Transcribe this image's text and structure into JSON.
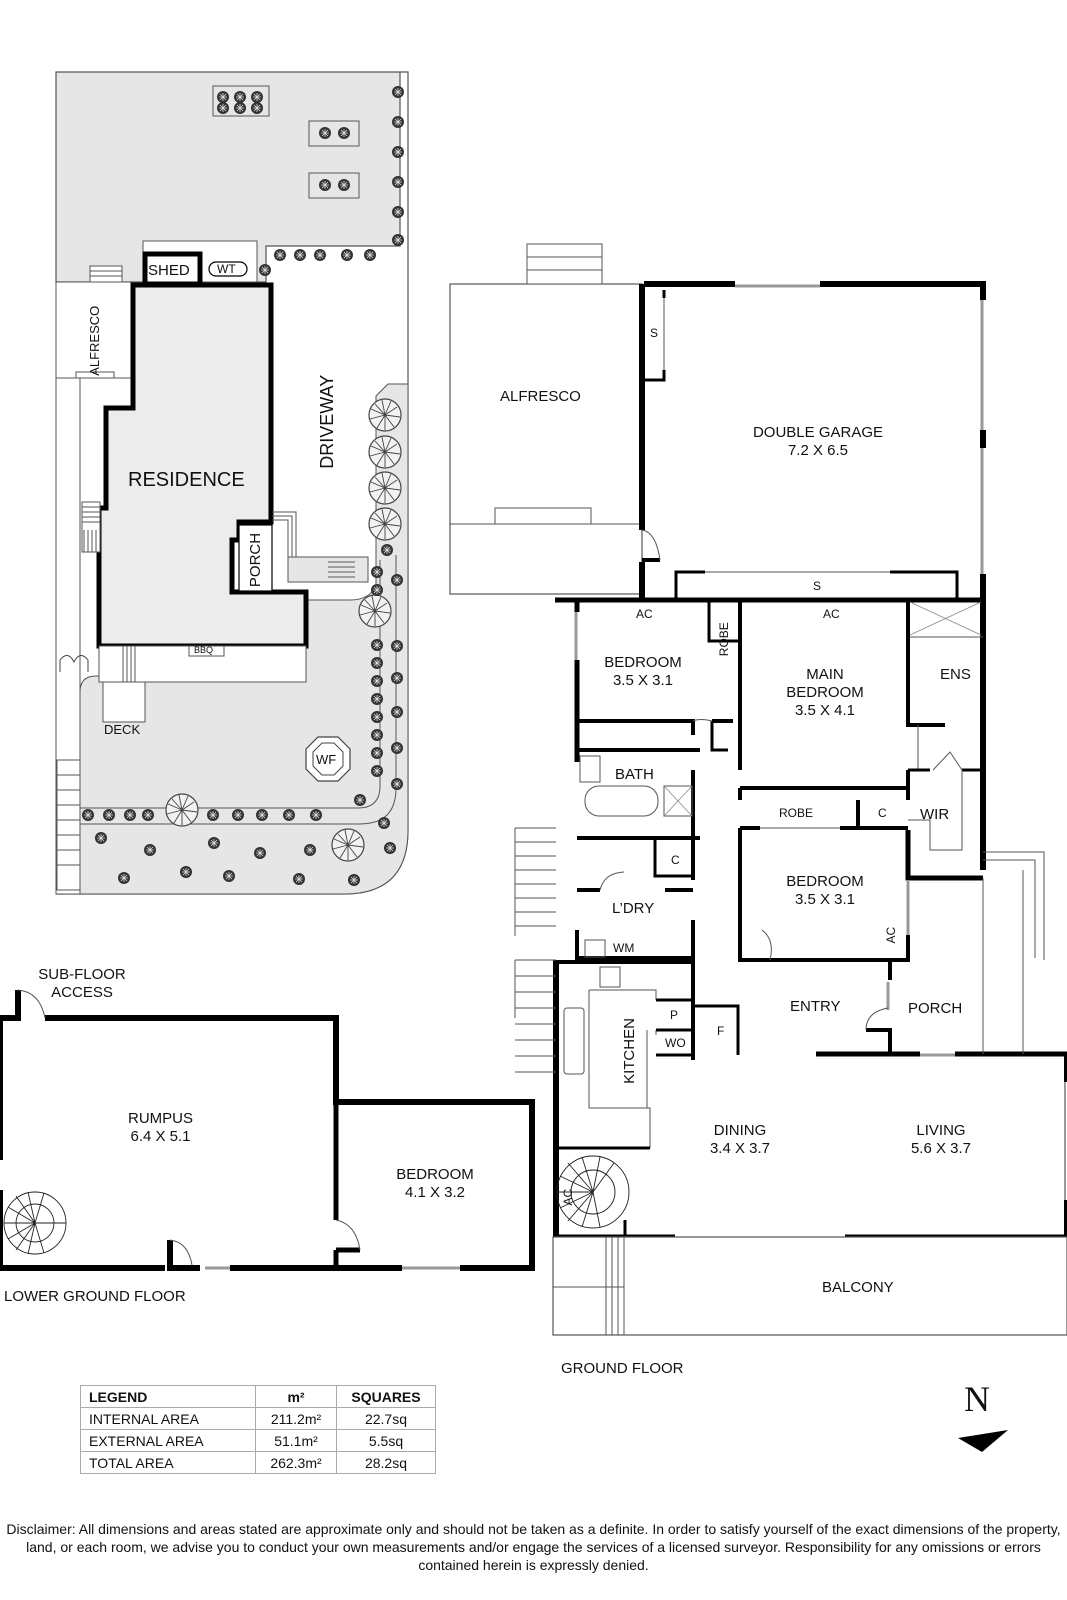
{
  "site_plan": {
    "labels": {
      "shed": "SHED",
      "water_tank": "WT",
      "alfresco": "ALFRESCO",
      "residence": "RESIDENCE",
      "driveway": "DRIVEWAY",
      "porch": "PORCH",
      "bbq": "BBQ",
      "deck": "DECK",
      "water_feature": "WF"
    }
  },
  "ground_floor": {
    "title": "GROUND FLOOR",
    "rooms": {
      "alfresco": {
        "name": "ALFRESCO"
      },
      "double_garage": {
        "name": "DOUBLE GARAGE",
        "dims": "7.2 X 6.5"
      },
      "garage_storage_1": {
        "name": "S"
      },
      "garage_storage_2": {
        "name": "S"
      },
      "bedroom_1": {
        "name": "BEDROOM",
        "dims": "3.5 X 3.1"
      },
      "robe_1": {
        "name": "ROBE"
      },
      "main_bedroom": {
        "name": "MAIN\nBEDROOM",
        "line1": "MAIN",
        "line2": "BEDROOM",
        "dims": "3.5 X 4.1"
      },
      "ensuite": {
        "name": "ENS"
      },
      "bath": {
        "name": "BATH"
      },
      "robe_2": {
        "name": "ROBE"
      },
      "cupboard_1": {
        "name": "C"
      },
      "cupboard_2": {
        "name": "C"
      },
      "wir": {
        "name": "WIR"
      },
      "bedroom_2": {
        "name": "BEDROOM",
        "dims": "3.5 X 3.1"
      },
      "laundry": {
        "name": "L’DRY"
      },
      "washing_machine": {
        "name": "WM"
      },
      "kitchen": {
        "name": "KITCHEN"
      },
      "pantry": {
        "name": "P"
      },
      "wall_oven": {
        "name": "WO"
      },
      "fridge": {
        "name": "F"
      },
      "entry": {
        "name": "ENTRY"
      },
      "porch": {
        "name": "PORCH"
      },
      "dining": {
        "name": "DINING",
        "dims": "3.4 X 3.7"
      },
      "living": {
        "name": "LIVING",
        "dims": "5.6 X 3.7"
      },
      "balcony": {
        "name": "BALCONY"
      }
    },
    "ac_units": [
      "AC",
      "AC",
      "AC",
      "AC"
    ]
  },
  "lower_ground_floor": {
    "title": "LOWER GROUND FLOOR",
    "subfloor_line1": "SUB-FLOOR",
    "subfloor_line2": "ACCESS",
    "rooms": {
      "rumpus": {
        "name": "RUMPUS",
        "dims": "6.4 X 5.1"
      },
      "bedroom": {
        "name": "BEDROOM",
        "dims": "4.1 X 3.2"
      }
    }
  },
  "legend": {
    "headers": [
      "LEGEND",
      "m²",
      "SQUARES"
    ],
    "rows": [
      {
        "label": "INTERNAL AREA",
        "m2": "211.2m²",
        "squares": "22.7sq"
      },
      {
        "label": "EXTERNAL AREA",
        "m2": "51.1m²",
        "squares": "5.5sq"
      },
      {
        "label": "TOTAL AREA",
        "m2": "262.3m²",
        "squares": "28.2sq"
      }
    ]
  },
  "compass": {
    "label": "N",
    "icon": "north-arrow-icon"
  },
  "disclaimer": "Disclaimer: All dimensions and areas stated are approximate only and should not be taken as a definite. In order to satisfy yourself of the exact dimensions of the property, land, or each room, we advise you to conduct your own measurements and/or engage the services of a licensed surveyor. Responsibility for any omissions or errors contained herein is expressly denied.",
  "colors": {
    "wall": "#000000",
    "site_fill": "#e6e6e6",
    "residence_fill": "#ececec",
    "thin_line": "#555555",
    "window": "#999999"
  }
}
